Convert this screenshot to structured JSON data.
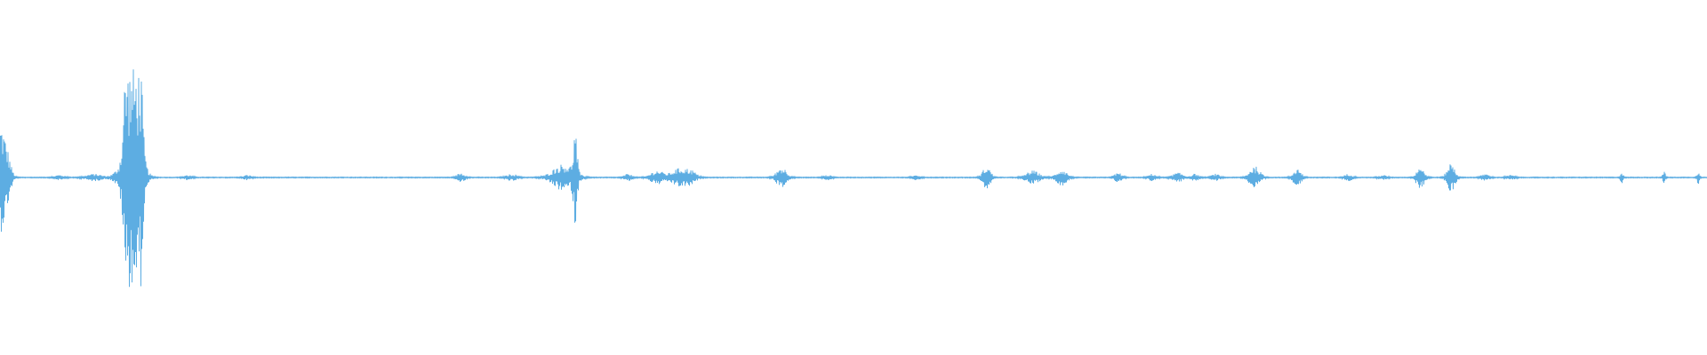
{
  "waveform": {
    "color": "#5dade2",
    "background": "#ffffff",
    "duration": 1,
    "bursts": [
      {
        "t": 0.0,
        "amp": 0.45,
        "width": 0.003
      },
      {
        "t": 0.004,
        "amp": 0.22,
        "width": 0.003
      },
      {
        "t": 0.035,
        "amp": 0.02,
        "width": 0.004
      },
      {
        "t": 0.055,
        "amp": 0.03,
        "width": 0.006
      },
      {
        "t": 0.07,
        "amp": 0.04,
        "width": 0.005
      },
      {
        "t": 0.075,
        "amp": 1.22,
        "width": 0.0025
      },
      {
        "t": 0.081,
        "amp": 1.27,
        "width": 0.0025
      },
      {
        "t": 0.078,
        "amp": 0.5,
        "width": 0.006
      },
      {
        "t": 0.11,
        "amp": 0.02,
        "width": 0.003
      },
      {
        "t": 0.145,
        "amp": 0.02,
        "width": 0.003
      },
      {
        "t": 0.27,
        "amp": 0.04,
        "width": 0.003
      },
      {
        "t": 0.3,
        "amp": 0.03,
        "width": 0.004
      },
      {
        "t": 0.33,
        "amp": 0.12,
        "width": 0.008
      },
      {
        "t": 0.337,
        "amp": 0.38,
        "width": 0.0015
      },
      {
        "t": 0.368,
        "amp": 0.03,
        "width": 0.003
      },
      {
        "t": 0.385,
        "amp": 0.06,
        "width": 0.005
      },
      {
        "t": 0.398,
        "amp": 0.08,
        "width": 0.006
      },
      {
        "t": 0.405,
        "amp": 0.05,
        "width": 0.004
      },
      {
        "t": 0.458,
        "amp": 0.09,
        "width": 0.004
      },
      {
        "t": 0.485,
        "amp": 0.02,
        "width": 0.003
      },
      {
        "t": 0.537,
        "amp": 0.02,
        "width": 0.003
      },
      {
        "t": 0.578,
        "amp": 0.1,
        "width": 0.003
      },
      {
        "t": 0.605,
        "amp": 0.06,
        "width": 0.005
      },
      {
        "t": 0.622,
        "amp": 0.07,
        "width": 0.004
      },
      {
        "t": 0.655,
        "amp": 0.04,
        "width": 0.003
      },
      {
        "t": 0.675,
        "amp": 0.03,
        "width": 0.003
      },
      {
        "t": 0.69,
        "amp": 0.04,
        "width": 0.004
      },
      {
        "t": 0.7,
        "amp": 0.03,
        "width": 0.003
      },
      {
        "t": 0.712,
        "amp": 0.03,
        "width": 0.003
      },
      {
        "t": 0.735,
        "amp": 0.1,
        "width": 0.004
      },
      {
        "t": 0.76,
        "amp": 0.08,
        "width": 0.003
      },
      {
        "t": 0.79,
        "amp": 0.03,
        "width": 0.003
      },
      {
        "t": 0.81,
        "amp": 0.02,
        "width": 0.003
      },
      {
        "t": 0.832,
        "amp": 0.1,
        "width": 0.003
      },
      {
        "t": 0.85,
        "amp": 0.13,
        "width": 0.003
      },
      {
        "t": 0.87,
        "amp": 0.03,
        "width": 0.003
      },
      {
        "t": 0.885,
        "amp": 0.02,
        "width": 0.003
      },
      {
        "t": 0.95,
        "amp": 0.05,
        "width": 0.001
      },
      {
        "t": 0.975,
        "amp": 0.06,
        "width": 0.001
      },
      {
        "t": 0.995,
        "amp": 0.06,
        "width": 0.001
      }
    ]
  }
}
